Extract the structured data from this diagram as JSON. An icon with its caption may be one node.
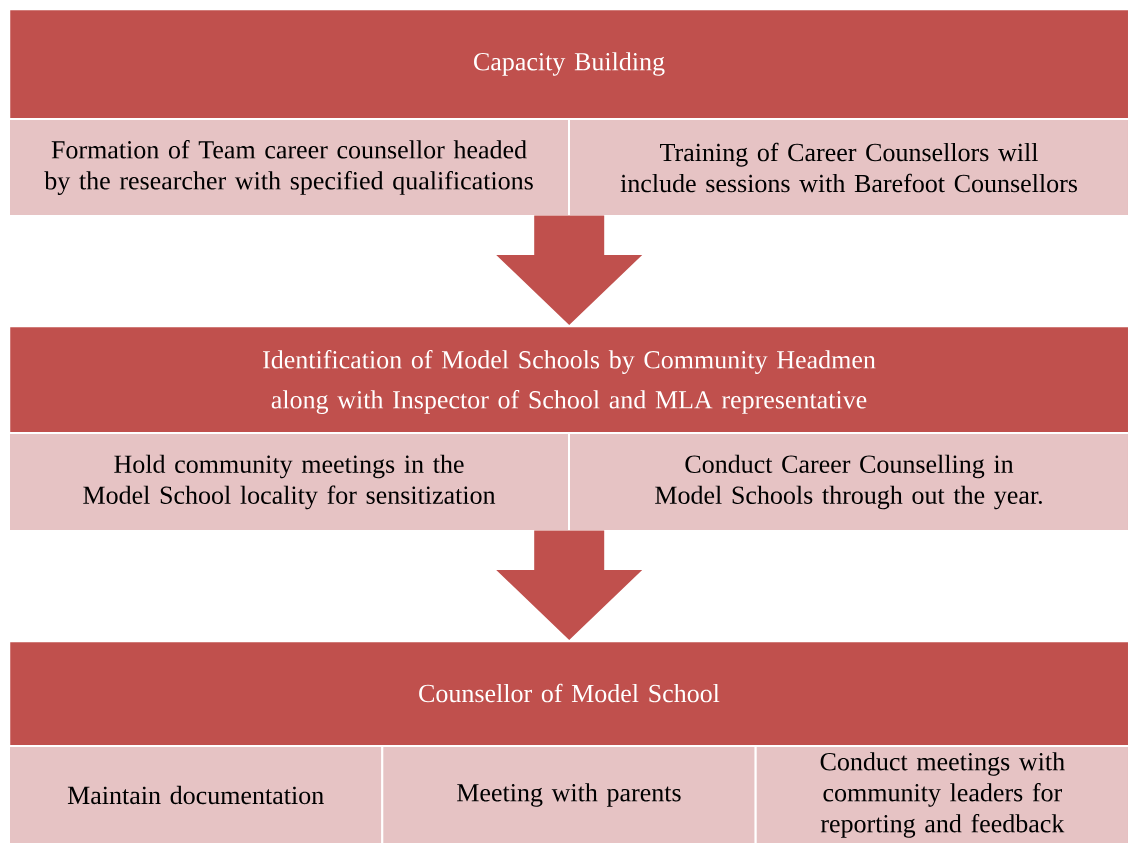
{
  "diagram": {
    "nodes": [
      {
        "text": [
          "Capacity Building"
        ]
      },
      {
        "text": [
          "Formation of Team career counsellor headed by the researcher with specified qualifications"
        ],
        "in": 0
      },
      {
        "text": [
          "Training of Career Counsellors will include sessions with Barefoot Counsellors"
        ],
        "in": 0
      },
      {
        "text": [
          "Identification of Model Schools by Community Headmen along with Inspector of School and MLA representative"
        ]
      },
      {
        "text": [
          "Hold community meetings in the Model School locality for sensitization"
        ],
        "in": 3
      },
      {
        "text": [
          "Conduct Career Counselling in Model Schools through out the year."
        ],
        "in": 3
      },
      {
        "text": [
          "Counsellor of Model School"
        ]
      },
      {
        "text": [
          "Maintain documentation"
        ],
        "in": 6
      },
      {
        "text": [
          "Meeting with parents"
        ],
        "in": 6
      },
      {
        "text": [
          "Conduct meetings with community leaders for reporting and feedback"
        ],
        "in": 6
      }
    ],
    "edges": [
      {
        "from": 0,
        "to": 3,
        "arrow": "to"
      },
      {
        "from": 3,
        "to": 6,
        "arrow": "to"
      }
    ]
  }
}
